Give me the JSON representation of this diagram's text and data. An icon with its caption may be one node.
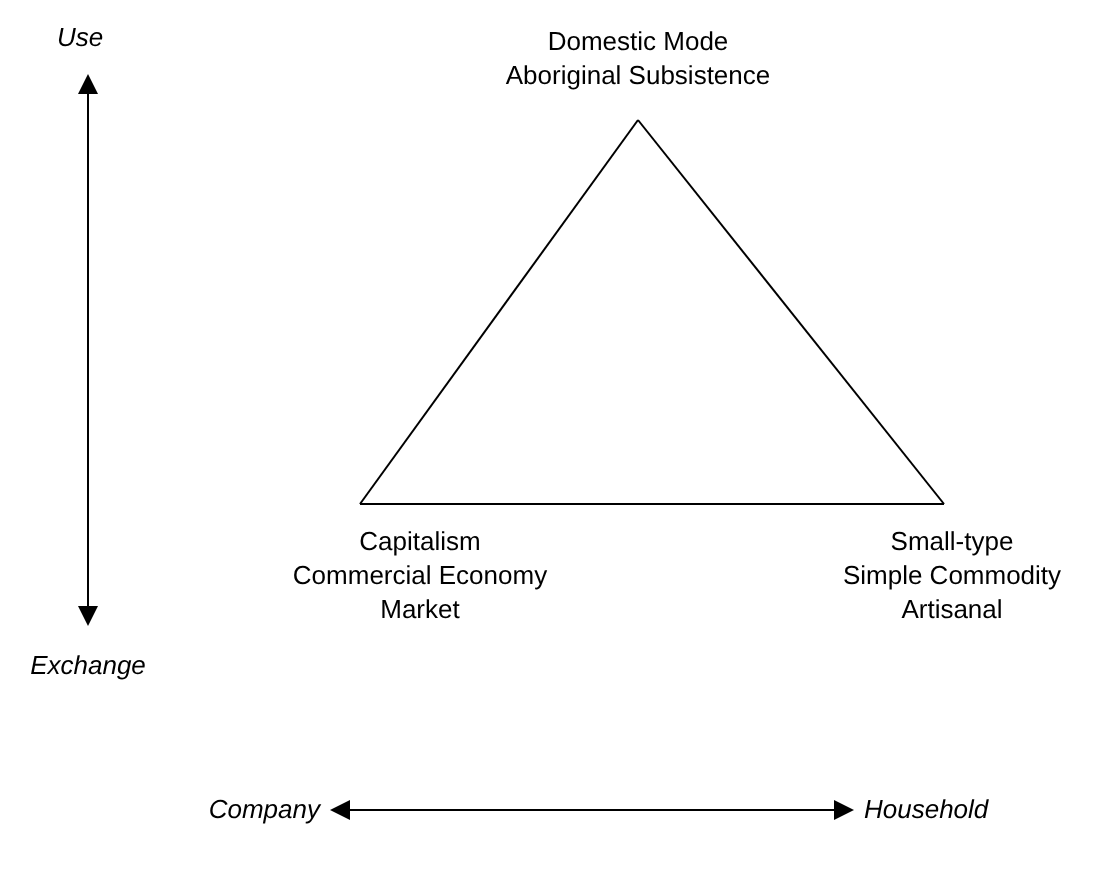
{
  "diagram": {
    "nodes": [
      {
        "text": [
          "Domestic Mode",
          "Aboriginal Subsistence"
        ]
      },
      {
        "text": [
          "Capitalism",
          "Commercial Economy",
          "Market"
        ]
      },
      {
        "text": [
          "Small-type",
          "Simple Commodity",
          "Artisanal"
        ]
      },
      {
        "text": [
          "Use"
        ]
      },
      {
        "text": [
          "Exchange"
        ]
      },
      {
        "text": [
          "Company"
        ]
      },
      {
        "text": [
          "Household"
        ]
      }
    ],
    "edges": [
      {
        "from": 0,
        "to": 1,
        "arrow": "none"
      },
      {
        "from": 1,
        "to": 2,
        "arrow": "none"
      },
      {
        "from": 2,
        "to": 0,
        "arrow": "none"
      },
      {
        "from": 3,
        "to": 4,
        "arrow": "both"
      },
      {
        "from": 5,
        "to": 6,
        "arrow": "both"
      }
    ]
  }
}
